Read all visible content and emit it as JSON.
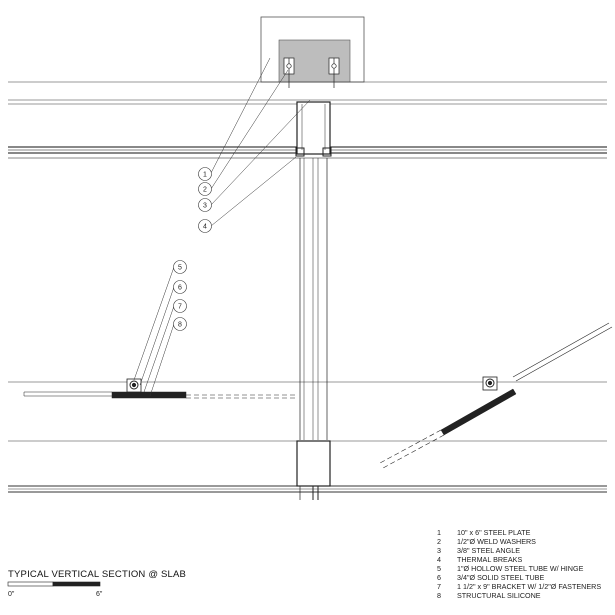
{
  "drawing": {
    "title": "TYPICAL VERTICAL SECTION @ SLAB",
    "scale_bar": {
      "start_label": "0\"",
      "end_label": "6\""
    },
    "callouts": [
      "1",
      "2",
      "3",
      "4",
      "5",
      "6",
      "7",
      "8"
    ],
    "legend": [
      {
        "number": "1",
        "text": "10\" x 6\" STEEL PLATE"
      },
      {
        "number": "2",
        "text": "1/2\"Ø WELD WASHERS"
      },
      {
        "number": "3",
        "text": "3/8\" STEEL ANGLE"
      },
      {
        "number": "4",
        "text": "THERMAL BREAKS"
      },
      {
        "number": "5",
        "text": "1\"Ø HOLLOW STEEL TUBE W/ HINGE"
      },
      {
        "number": "6",
        "text": "3/4\"Ø SOLID STEEL TUBE"
      },
      {
        "number": "7",
        "text": "1 1/2\" x 9\" BRACKET W/ 1/2\"Ø FASTENERS"
      },
      {
        "number": "8",
        "text": "STRUCTURAL SILICONE"
      }
    ],
    "colors": {
      "line": "#222222",
      "slab_fill": "#bdbdbd",
      "background": "#ffffff"
    }
  }
}
